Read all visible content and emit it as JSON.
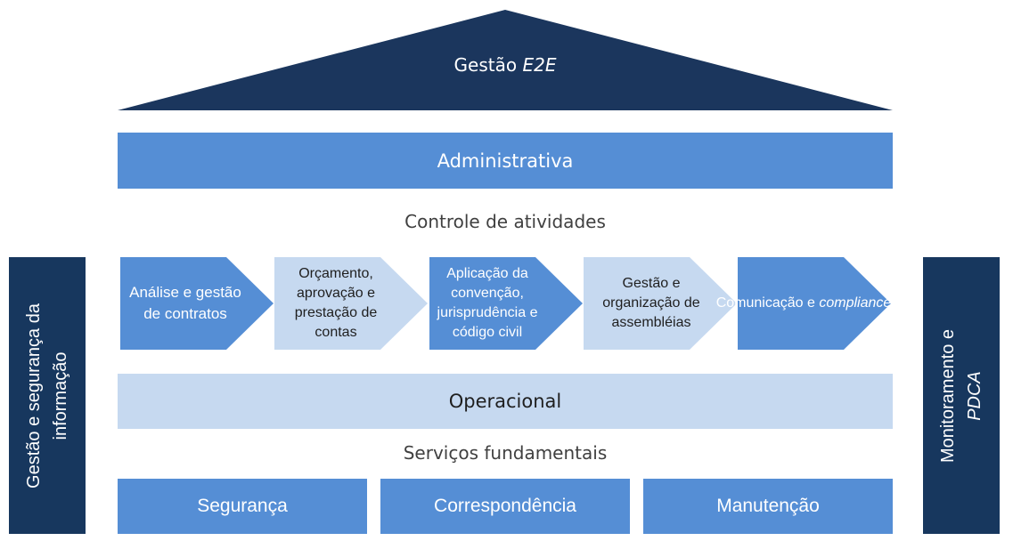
{
  "roof": {
    "title": "Gestão ",
    "title_em": "E2E"
  },
  "bands": {
    "administrative": "Administrativa",
    "operational": "Operacional"
  },
  "captions": {
    "control": "Controle de atividades",
    "fundamental": "Serviços fundamentais"
  },
  "pillars": {
    "left": "Gestão e segurança da informação",
    "right_line1": "Monitoramento e",
    "right_line2": "PDCA"
  },
  "process_steps": [
    {
      "label": "Análise e gestão de contratos",
      "style": "dark"
    },
    {
      "label": "Orçamento, aprovação e prestação de contas",
      "style": "light"
    },
    {
      "label": "Aplicação da convenção, jurisprudência e código civil",
      "style": "dark"
    },
    {
      "label": "Gestão e organização de assembléias",
      "style": "light"
    },
    {
      "label": "Comunicação e ",
      "label_em": "compliance",
      "style": "dark"
    }
  ],
  "services": [
    "Segurança",
    "Correspondência",
    "Manutenção"
  ],
  "colors": {
    "navy": "#17375e",
    "roof": "#1b365d",
    "medium_blue": "#558ed5",
    "light_blue": "#c6d9f0"
  }
}
